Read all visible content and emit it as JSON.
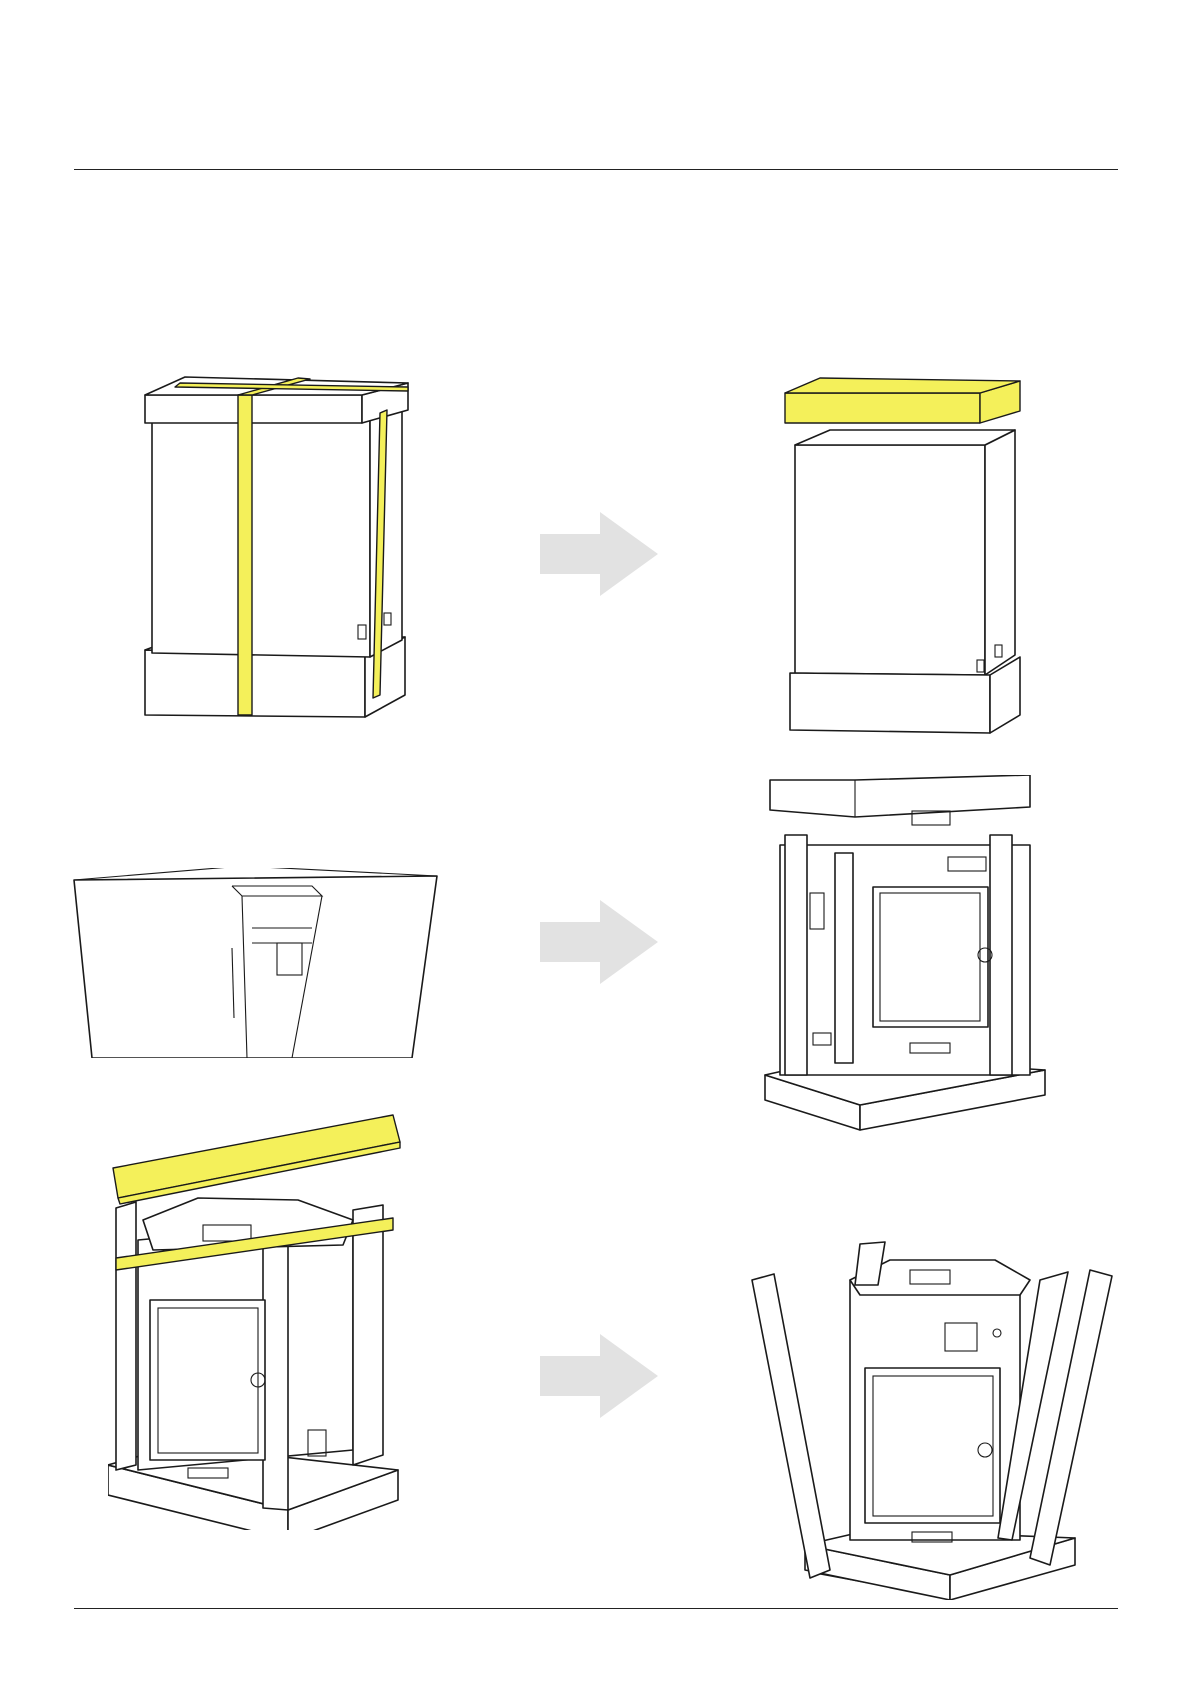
{
  "colors": {
    "highlight": "#f4f05a",
    "arrow": "#e2e2e2",
    "line": "#1a1a1a"
  },
  "steps": [
    {
      "id": "1",
      "illustration": "taped-shipping-box",
      "highlight": "straps"
    },
    {
      "id": "2",
      "illustration": "box-lid-removed",
      "highlight": "lid"
    },
    {
      "id": "3",
      "illustration": "box-sleeve-lifted",
      "highlight": "none"
    },
    {
      "id": "4",
      "illustration": "printer-in-foam-frame",
      "highlight": "none"
    },
    {
      "id": "5",
      "illustration": "foam-top-and-strap-removed",
      "highlight": "top-foam-and-strap"
    },
    {
      "id": "6",
      "illustration": "foam-posts-removed",
      "highlight": "none"
    }
  ],
  "arrows": [
    "arrow-right-icon",
    "arrow-right-icon",
    "arrow-right-icon"
  ]
}
